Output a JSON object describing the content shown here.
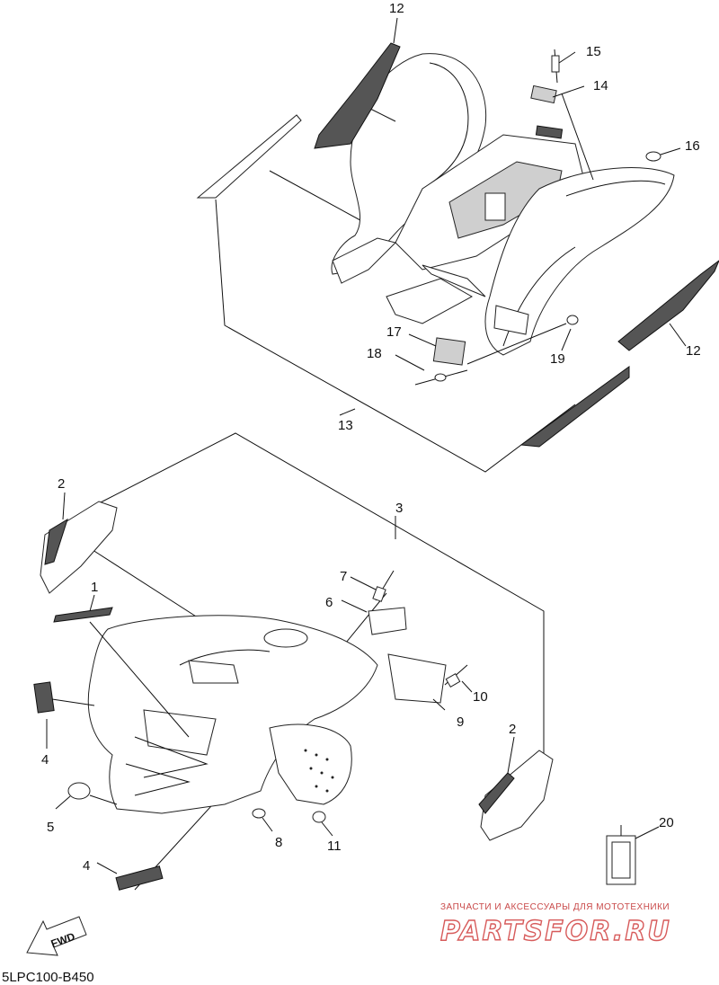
{
  "callouts": {
    "c1": "1",
    "c2a": "2",
    "c2b": "2",
    "c3": "3",
    "c4a": "4",
    "c4b": "4",
    "c5": "5",
    "c6": "6",
    "c7": "7",
    "c8": "8",
    "c9": "9",
    "c10": "10",
    "c11": "11",
    "c12a": "12",
    "c12b": "12",
    "c13": "13",
    "c14": "14",
    "c15": "15",
    "c16": "16",
    "c17": "17",
    "c18": "18",
    "c19": "19",
    "c20": "20"
  },
  "diagram_code": "5LPC100-B450",
  "fwd_label": "FWD",
  "watermark": {
    "tagline": "ЗАПЧАСТИ И АКСЕССУАРЫ ДЛЯ МОТОТЕХНИКИ",
    "brand": "PARTSFOR.RU"
  }
}
